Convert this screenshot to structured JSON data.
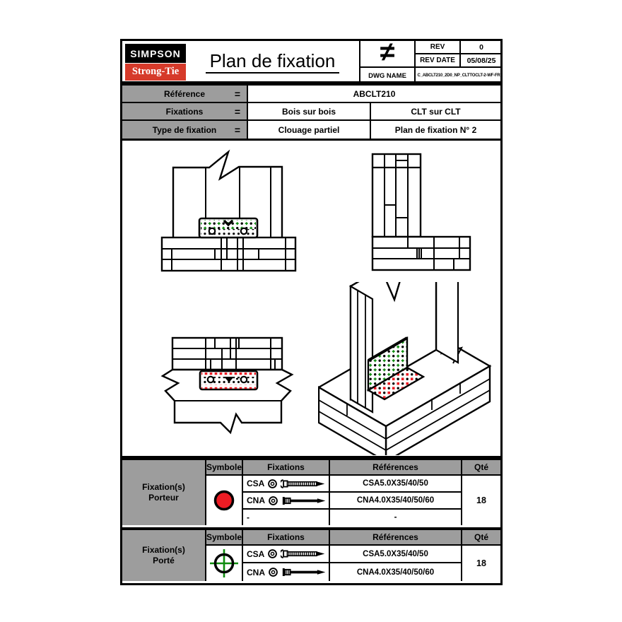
{
  "colors": {
    "brand_red": "#d63a2a",
    "symbol_red": "#ec1c24",
    "symbol_green": "#0e8c0e",
    "header_gray": "#9d9d9d",
    "line_black": "#000000"
  },
  "header": {
    "brand_top": "SIMPSON",
    "brand_bottom": "Strong-Tie",
    "title": "Plan de fixation",
    "logo_glyph": "≠",
    "rev": {
      "label": "REV",
      "value": "0"
    },
    "rev_date": {
      "label": "REV DATE",
      "value": "05/08/25"
    },
    "dwg": {
      "label": "DWG NAME",
      "value": "C_ABCLT210_2D0_NP_CLTTOCLT-2-WF-FR"
    }
  },
  "info_table": {
    "eq": "=",
    "rows": [
      {
        "label": "Référence",
        "value": "ABCLT210"
      },
      {
        "label": "Fixations",
        "value1": "Bois sur bois",
        "value2": "CLT sur CLT"
      },
      {
        "label": "Type de fixation",
        "value1": "Clouage partiel",
        "value2": "Plan de fixation N° 2"
      }
    ]
  },
  "table_headers": {
    "symbole": "Symbole",
    "fixations": "Fixations",
    "references": "Références",
    "qty": "Qté"
  },
  "porteur_table": {
    "label_line1": "Fixation(s)",
    "label_line2": "Porteur",
    "symbol": "red-filled-circle",
    "rows": [
      {
        "code": "CSA",
        "reference": "CSA5.0X35/40/50"
      },
      {
        "code": "CNA",
        "reference": "CNA4.0X35/40/50/60"
      },
      {
        "code": "-",
        "reference": "-"
      }
    ],
    "qty": "18"
  },
  "porte_table": {
    "label_line1": "Fixation(s)",
    "label_line2": "Porté",
    "symbol": "green-crosshair-circle",
    "rows": [
      {
        "code": "CSA",
        "reference": "CSA5.0X35/40/50"
      },
      {
        "code": "CNA",
        "reference": "CNA4.0X35/40/50/60"
      }
    ],
    "qty": "18"
  }
}
